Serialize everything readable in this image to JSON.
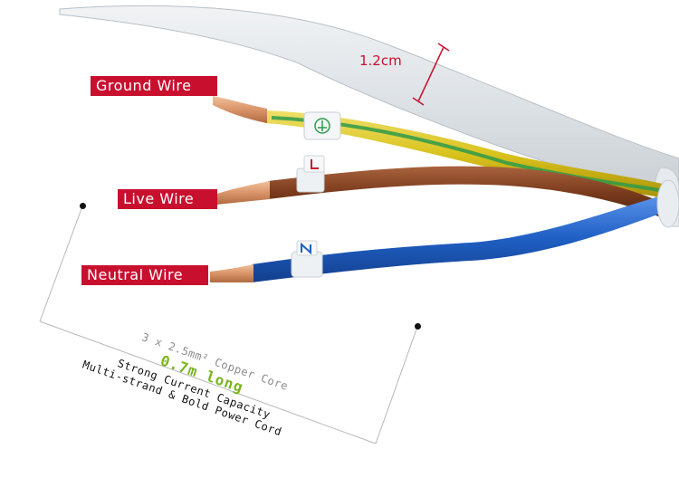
{
  "labels": {
    "ground": "Ground Wire",
    "live": "Live Wire",
    "neutral": "Neutral Wire"
  },
  "measurement": "1.2cm",
  "specs": {
    "core": "3 x 2.5mm² Copper Core",
    "length": "0.7m long",
    "capacity": "Strong Current Capacity",
    "strand": "Multi-strand & Bold Power Cord"
  },
  "colors": {
    "tag_background": "#c8102e",
    "tag_text": "#ffffff",
    "length_highlight": "#7ab51d",
    "cable_sheath": "#dfe3e6",
    "ground_wire": "#d9c21c",
    "ground_stripe": "#2e9a4a",
    "live_wire": "#7a3b1d",
    "neutral_wire": "#1f5fc4",
    "copper": "#d9946a"
  }
}
